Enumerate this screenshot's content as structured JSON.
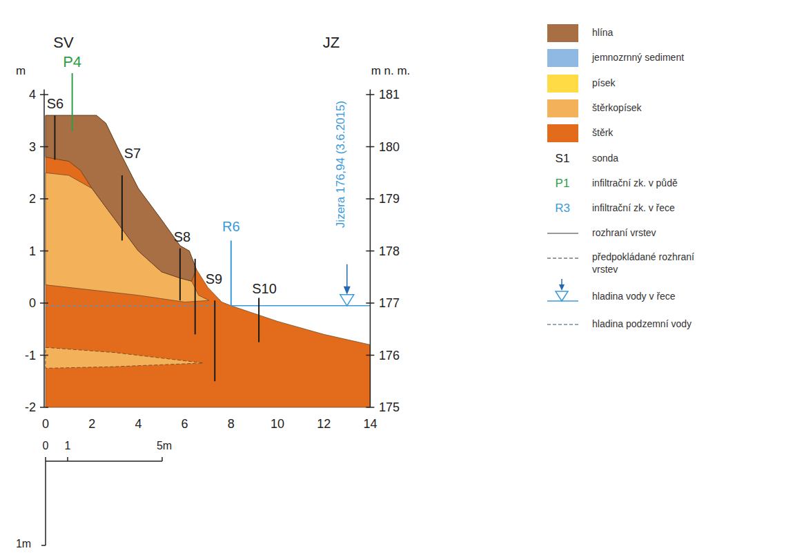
{
  "diagram": {
    "labels": [
      "SV",
      "JZ",
      "m",
      "P4",
      "m n. m.",
      "4",
      "3",
      "2",
      "1",
      "0",
      "-1",
      "-2",
      "181",
      "180",
      "179",
      "178",
      "177",
      "176",
      "175",
      "S6",
      "S7",
      "S8",
      "R6",
      "S9",
      "S10",
      "Jizera 176,94 (3.6.2015)",
      "0",
      "2",
      "4",
      "6",
      "8",
      "10",
      "12",
      "14",
      "0",
      "1",
      "5m",
      "1m",
      "S1",
      "P1",
      "R3"
    ],
    "legend": [
      {
        "text": "hlína",
        "color": "#a86f45"
      },
      {
        "text": "jemnozrnný sediment",
        "color": "#8fb9e2"
      },
      {
        "text": "písek",
        "color": "#ffdc46"
      },
      {
        "text": "štěrkopísek",
        "color": "#f3b25a"
      },
      {
        "text": "štěrk",
        "color": "#e36b1c"
      },
      {
        "text": "sonda"
      },
      {
        "text": "infiltrační zk. v půdě"
      },
      {
        "text": "infiltrační zk. v řece"
      },
      {
        "text": "rozhraní vrstev"
      },
      {
        "text": "předpokládané rozhraní vrstev"
      },
      {
        "text": "hladina vody v řece"
      },
      {
        "text": "hladina podzemní vody"
      }
    ]
  }
}
